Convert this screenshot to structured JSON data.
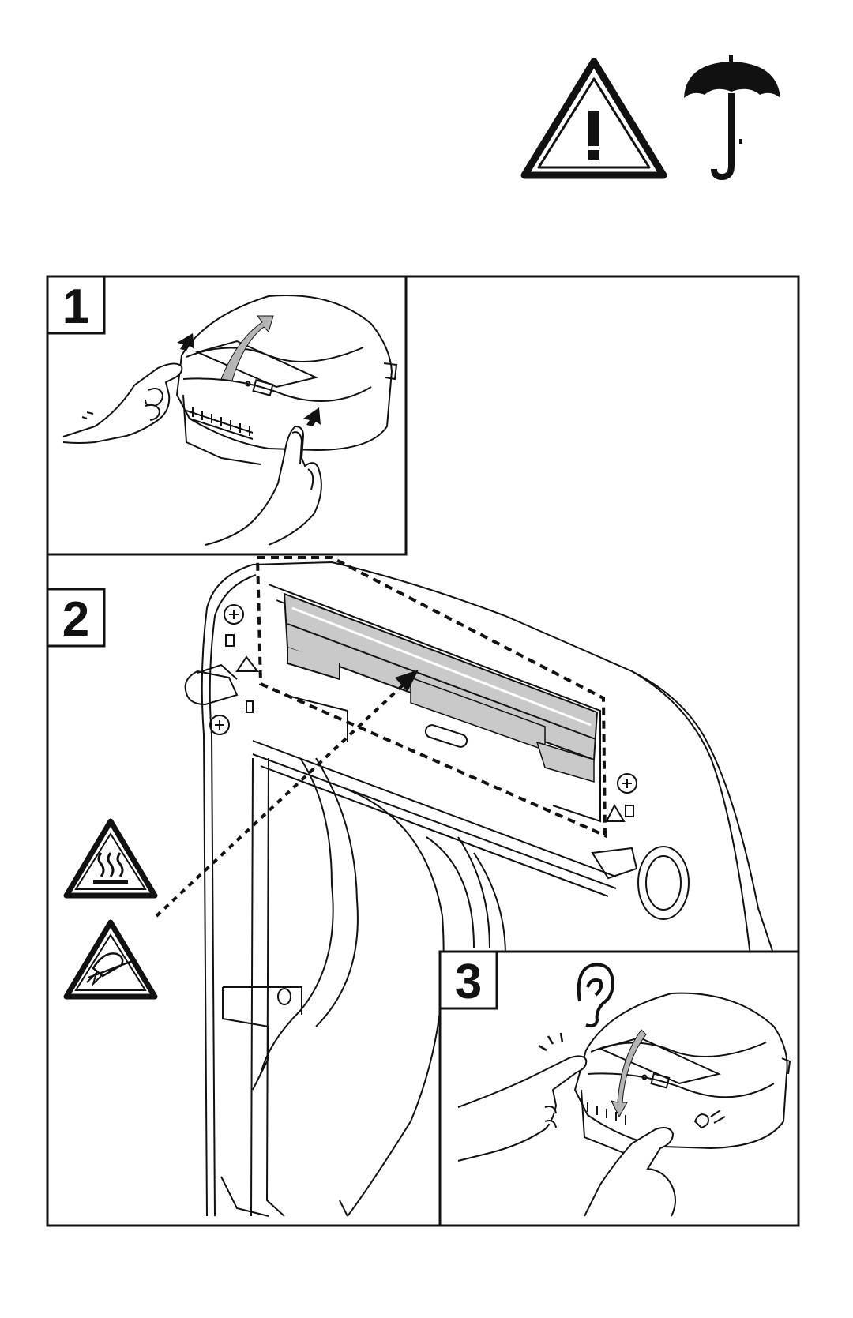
{
  "steps": [
    {
      "number": "1"
    },
    {
      "number": "2"
    },
    {
      "number": "3"
    }
  ],
  "icons": {
    "warning": "warning-triangle-icon",
    "keep_dry": "umbrella-icon",
    "hot_surface": "hot-surface-warning-icon",
    "esd": "electrostatic-discharge-warning-icon",
    "listen": "ear-icon"
  },
  "colors": {
    "ink": "#111111",
    "printhead_fill": "#c9c9c9",
    "arrow_fill": "#b5b5b5",
    "paper": "#ffffff"
  }
}
